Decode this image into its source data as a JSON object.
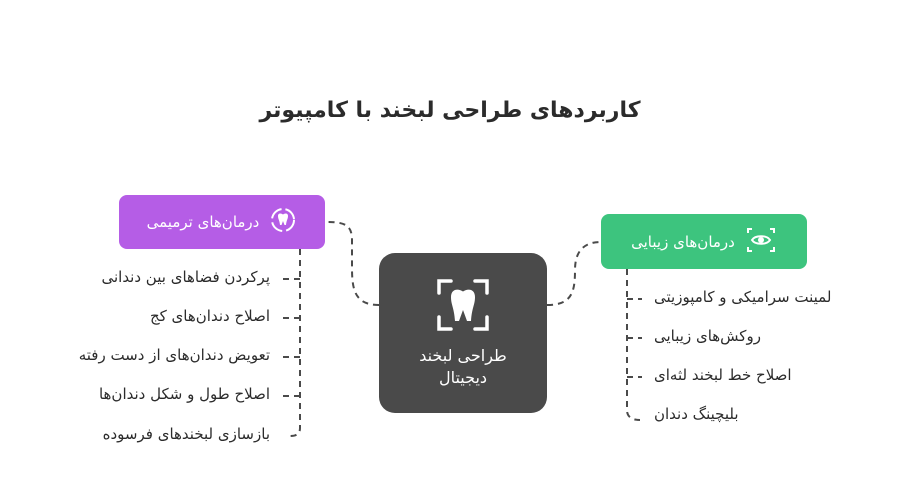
{
  "title": "کاربردهای طراحی لبخند با کامپیوتر",
  "center": {
    "label": "طراحی لبخند دیجیتال",
    "icon": "tooth-scan-icon"
  },
  "left": {
    "label": "درمان‌های ترمیمی",
    "icon": "tooth-refresh-icon",
    "color": "#b55de6",
    "items": [
      "پرکردن فضاهای بین دندانی",
      "اصلاح دندان‌های کج",
      "تعویض دندان‌های از دست رفته",
      "اصلاح طول و شکل دندان‌ها",
      "بازسازی لبخندهای فرسوده"
    ]
  },
  "right": {
    "label": "درمان‌های زیبایی",
    "icon": "sparkle-eye-icon",
    "color": "#3dc47e",
    "items": [
      "لمینت سرامیکی و کامپوزیتی",
      "روکش‌های زیبایی",
      "اصلاح خط لبخند لثه‌ای",
      "بلیچینگ دندان"
    ]
  }
}
